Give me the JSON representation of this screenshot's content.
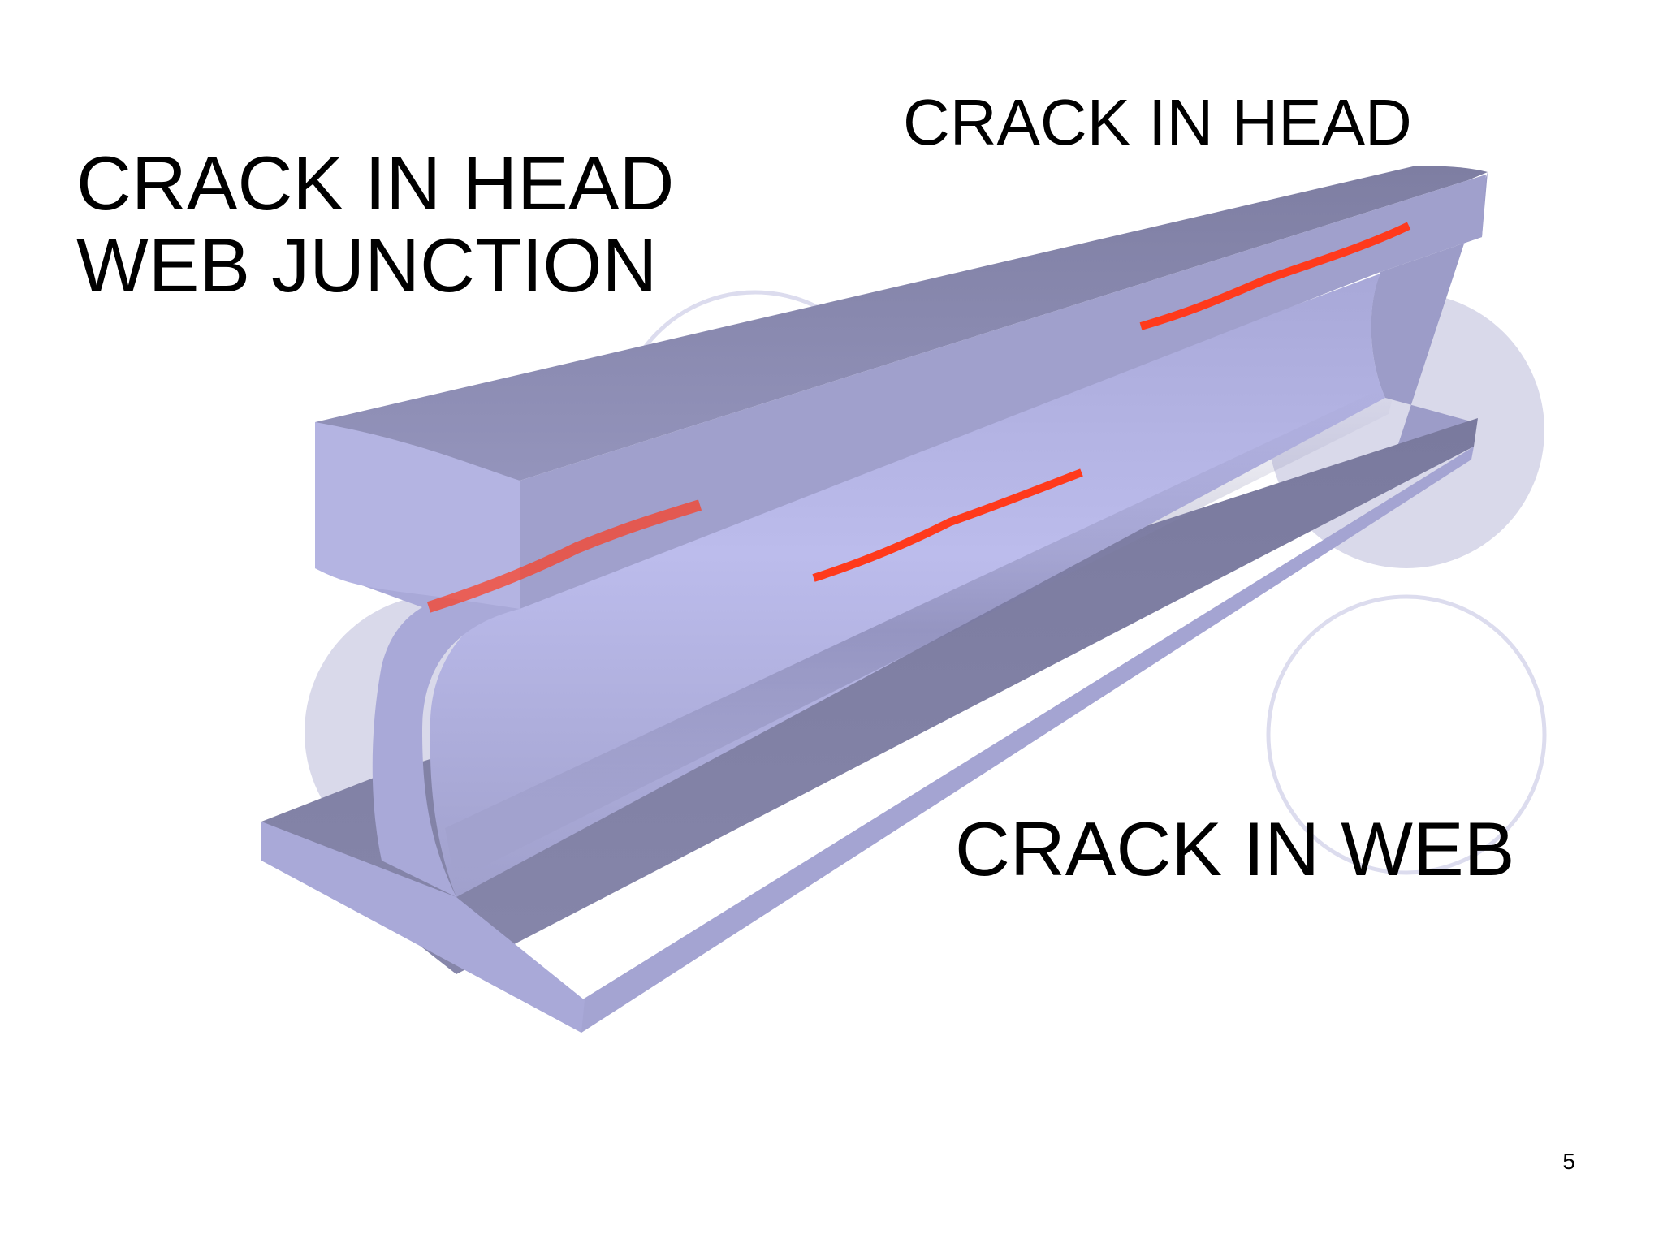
{
  "slide": {
    "labels": {
      "head_web_junction": {
        "line1": "CRACK IN HEAD",
        "line2": "WEB JUNCTION"
      },
      "head": "CRACK IN HEAD",
      "web": "CRACK IN WEB"
    },
    "page_number": "5"
  },
  "colors": {
    "background": "#ffffff",
    "rail_light": "#b8b8e6",
    "rail_mid": "#a5a5d4",
    "rail_dark": "#7c7ca0",
    "rail_top": "#8a8aae",
    "decor_circle": "#d9d9ea",
    "decor_ring": "#dcdcee",
    "crack_line": "#ff3a1c",
    "text": "#000000"
  },
  "icons": {
    "crack_marker": "red-crack-line",
    "rail_profile": "rail-i-section"
  }
}
